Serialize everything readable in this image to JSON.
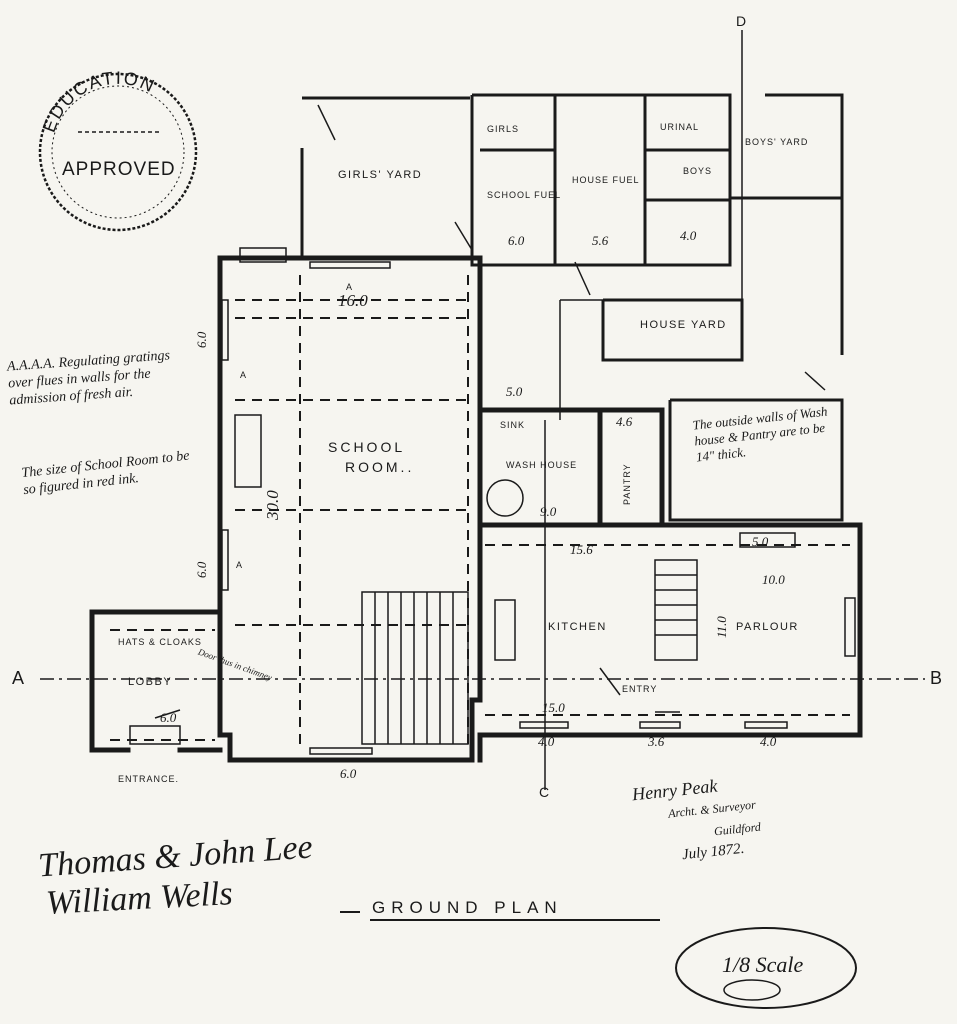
{
  "stamp": {
    "top": "EDUCATION",
    "bottom": "APPROVED"
  },
  "rooms": {
    "girls_yard": "GIRLS' YARD",
    "girls": "GIRLS",
    "school_fuel": "SCHOOL FUEL",
    "house_fuel": "HOUSE FUEL",
    "urinal": "URINAL",
    "boys": "BOYS",
    "boys_yard": "BOYS' YARD",
    "house_yard": "HOUSE YARD",
    "school_room": "SCHOOL",
    "school_room_2": "ROOM..",
    "wash_house": "WASH HOUSE",
    "sink": "SINK",
    "pantry": "PANTRY",
    "kitchen": "KITCHEN",
    "parlour": "PARLOUR",
    "entry": "ENTRY",
    "hats_cloaks": "HATS & CLOAKS",
    "lobby": "LOBBY",
    "entrance": "ENTRANCE."
  },
  "dimensions": {
    "school_width": "16.0",
    "school_length": "30.0",
    "six_a": "6.0",
    "six_b": "6.0",
    "six_c": "6.0",
    "school_fuel_w": "6.0",
    "house_fuel_w": "5.6",
    "kitchen_w": "15.6",
    "kitchen_len": "15.0",
    "parlour_w": "11.0",
    "parlour_len": "10.0",
    "wash_w": "9.0",
    "pantry_w": "4.6",
    "sink_w": "5.0",
    "bottom_window": "6.0",
    "kitchen_window": "4.0",
    "entry_window": "3.6",
    "parlour_window": "4.0",
    "lobby_w": "6.0",
    "fireplace": "5.0",
    "boys_w": "4.0"
  },
  "section_marks": {
    "a_left": "A",
    "b_right": "B",
    "c_top": "D",
    "c_bottom": "C",
    "a_top": "A",
    "a_mid1": "A",
    "a_mid2": "A"
  },
  "notes": {
    "gratings": "A.A.A.A. Regulating gratings over flues in walls for the admission of fresh air.",
    "size": "The size of School Room to be so figured in red ink.",
    "outside_walls": "The outside walls of Wash house & Pantry are to be 14\" thick.",
    "door": "Door thus in chimney"
  },
  "signatures": {
    "owners_line1": "Thomas & John Lee",
    "owners_line2": "William Wells",
    "architect": "Henry Peak",
    "architect_title": "Archt. & Surveyor",
    "architect_place": "Guildford",
    "date": "July 1872."
  },
  "title": "GROUND PLAN",
  "scale": "1/8 Scale"
}
